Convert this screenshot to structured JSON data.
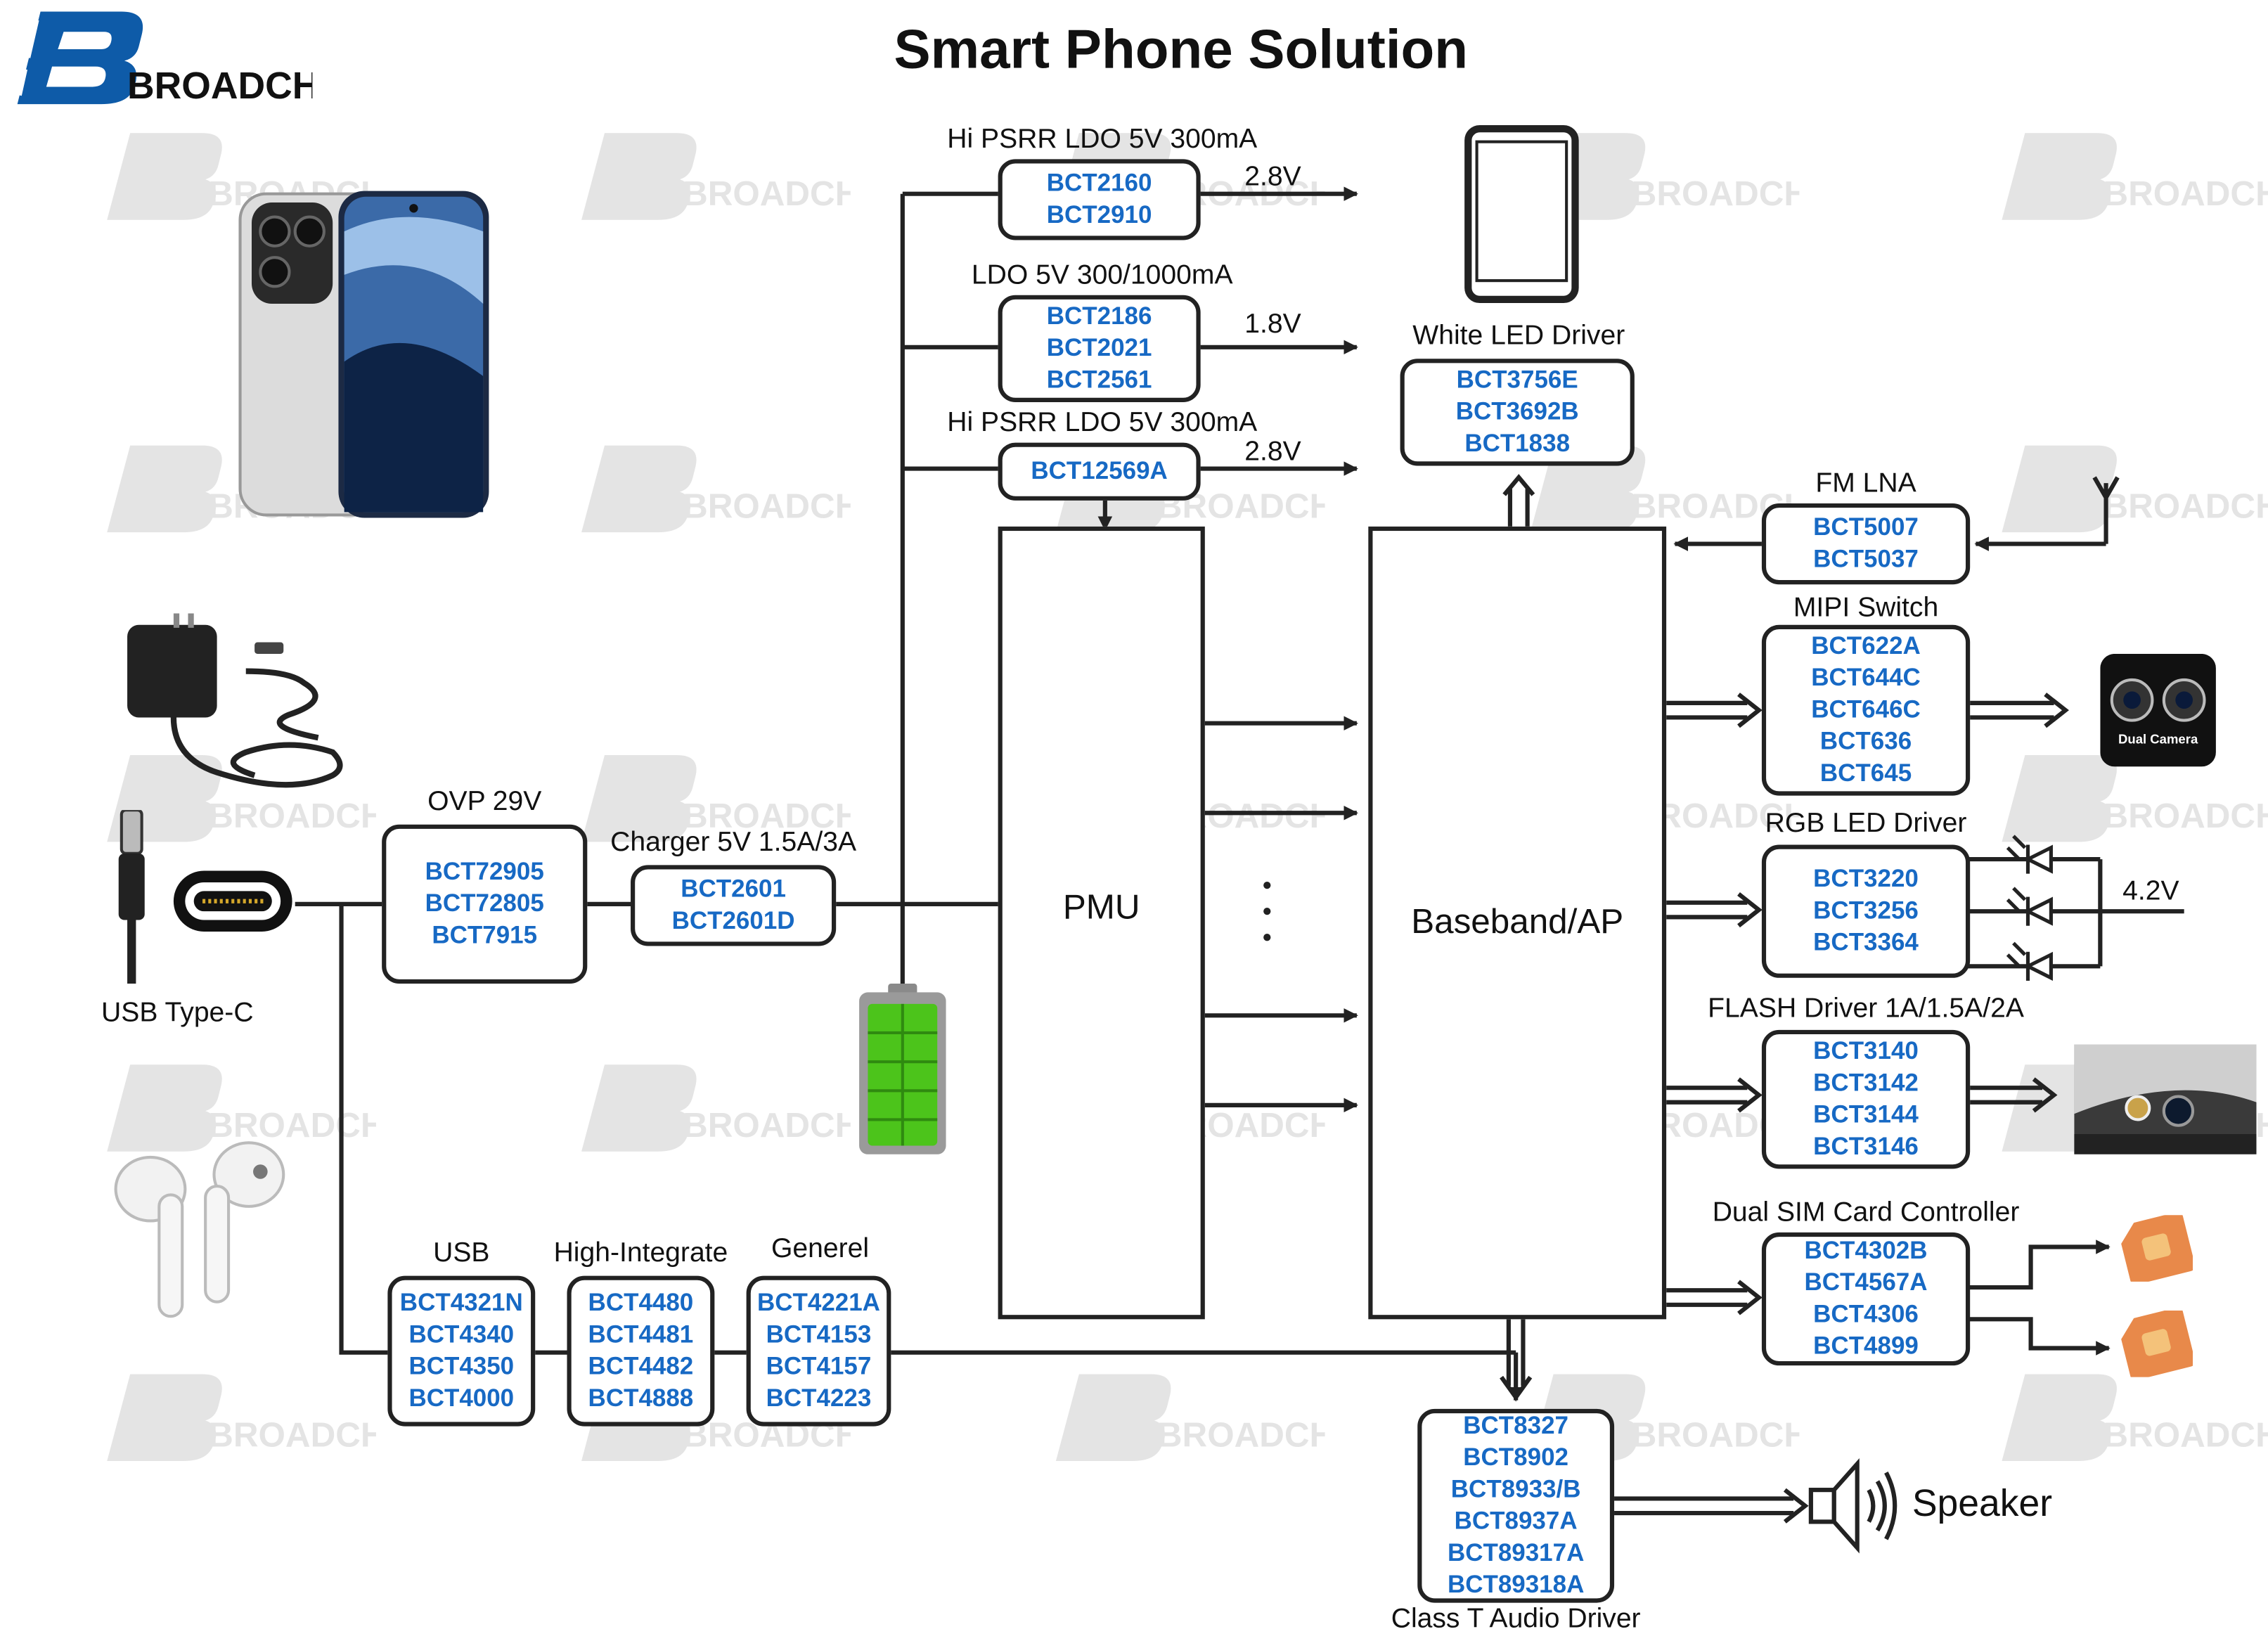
{
  "title": "Smart Phone Solution",
  "brand": "BROADCHIP",
  "watermark_text": "BROADCHIP",
  "colors": {
    "part_blue": "#1769c4",
    "line": "#222222",
    "battery_green": "#4cc41b"
  },
  "blocks": {
    "ldo1": {
      "label": "Hi PSRR LDO 5V 300mA",
      "parts": [
        "BCT2160",
        "BCT2910"
      ],
      "voltage": "2.8V"
    },
    "ldo2": {
      "label": "LDO 5V 300/1000mA",
      "parts": [
        "BCT2186",
        "BCT2021",
        "BCT2561"
      ],
      "voltage": "1.8V"
    },
    "ldo3": {
      "label": "Hi PSRR LDO 5V 300mA",
      "parts": [
        "BCT12569A"
      ],
      "voltage": "2.8V"
    },
    "white_led": {
      "label": "White LED Driver",
      "parts": [
        "BCT3756E",
        "BCT3692B",
        "BCT1838"
      ]
    },
    "fm_lna": {
      "label": "FM LNA",
      "parts": [
        "BCT5007",
        "BCT5037"
      ]
    },
    "mipi": {
      "label": "MIPI Switch",
      "parts": [
        "BCT622A",
        "BCT644C",
        "BCT646C",
        "BCT636",
        "BCT645"
      ]
    },
    "rgb": {
      "label": "RGB LED Driver",
      "parts": [
        "BCT3220",
        "BCT3256",
        "BCT3364"
      ],
      "voltage": "4.2V"
    },
    "flash": {
      "label": "FLASH Driver 1A/1.5A/2A",
      "parts": [
        "BCT3140",
        "BCT3142",
        "BCT3144",
        "BCT3146"
      ]
    },
    "sim": {
      "label": "Dual SIM Card Controller",
      "parts": [
        "BCT4302B",
        "BCT4567A",
        "BCT4306",
        "BCT4899"
      ]
    },
    "audio": {
      "label": "Class T Audio Driver",
      "parts": [
        "BCT8327",
        "BCT8902",
        "BCT8933/B",
        "BCT8937A",
        "BCT89317A",
        "BCT89318A"
      ]
    },
    "ovp": {
      "label": "OVP 29V",
      "parts": [
        "BCT72905",
        "BCT72805",
        "BCT7915"
      ]
    },
    "charger": {
      "label": "Charger 5V 1.5A/3A",
      "parts": [
        "BCT2601",
        "BCT2601D"
      ]
    },
    "usb": {
      "label": "USB",
      "parts": [
        "BCT4321N",
        "BCT4340",
        "BCT4350",
        "BCT4000"
      ]
    },
    "high_integrate": {
      "label": "High-Integrate",
      "parts": [
        "BCT4480",
        "BCT4481",
        "BCT4482",
        "BCT4888"
      ]
    },
    "generel": {
      "label": "Generel",
      "parts": [
        "BCT4221A",
        "BCT4153",
        "BCT4157",
        "BCT4223"
      ]
    }
  },
  "pmu_label": "PMU",
  "baseband_label": "Baseband/AP",
  "usb_typec_label": "USB Type-C",
  "speaker_label": "Speaker",
  "camera_label": "Dual Camera"
}
